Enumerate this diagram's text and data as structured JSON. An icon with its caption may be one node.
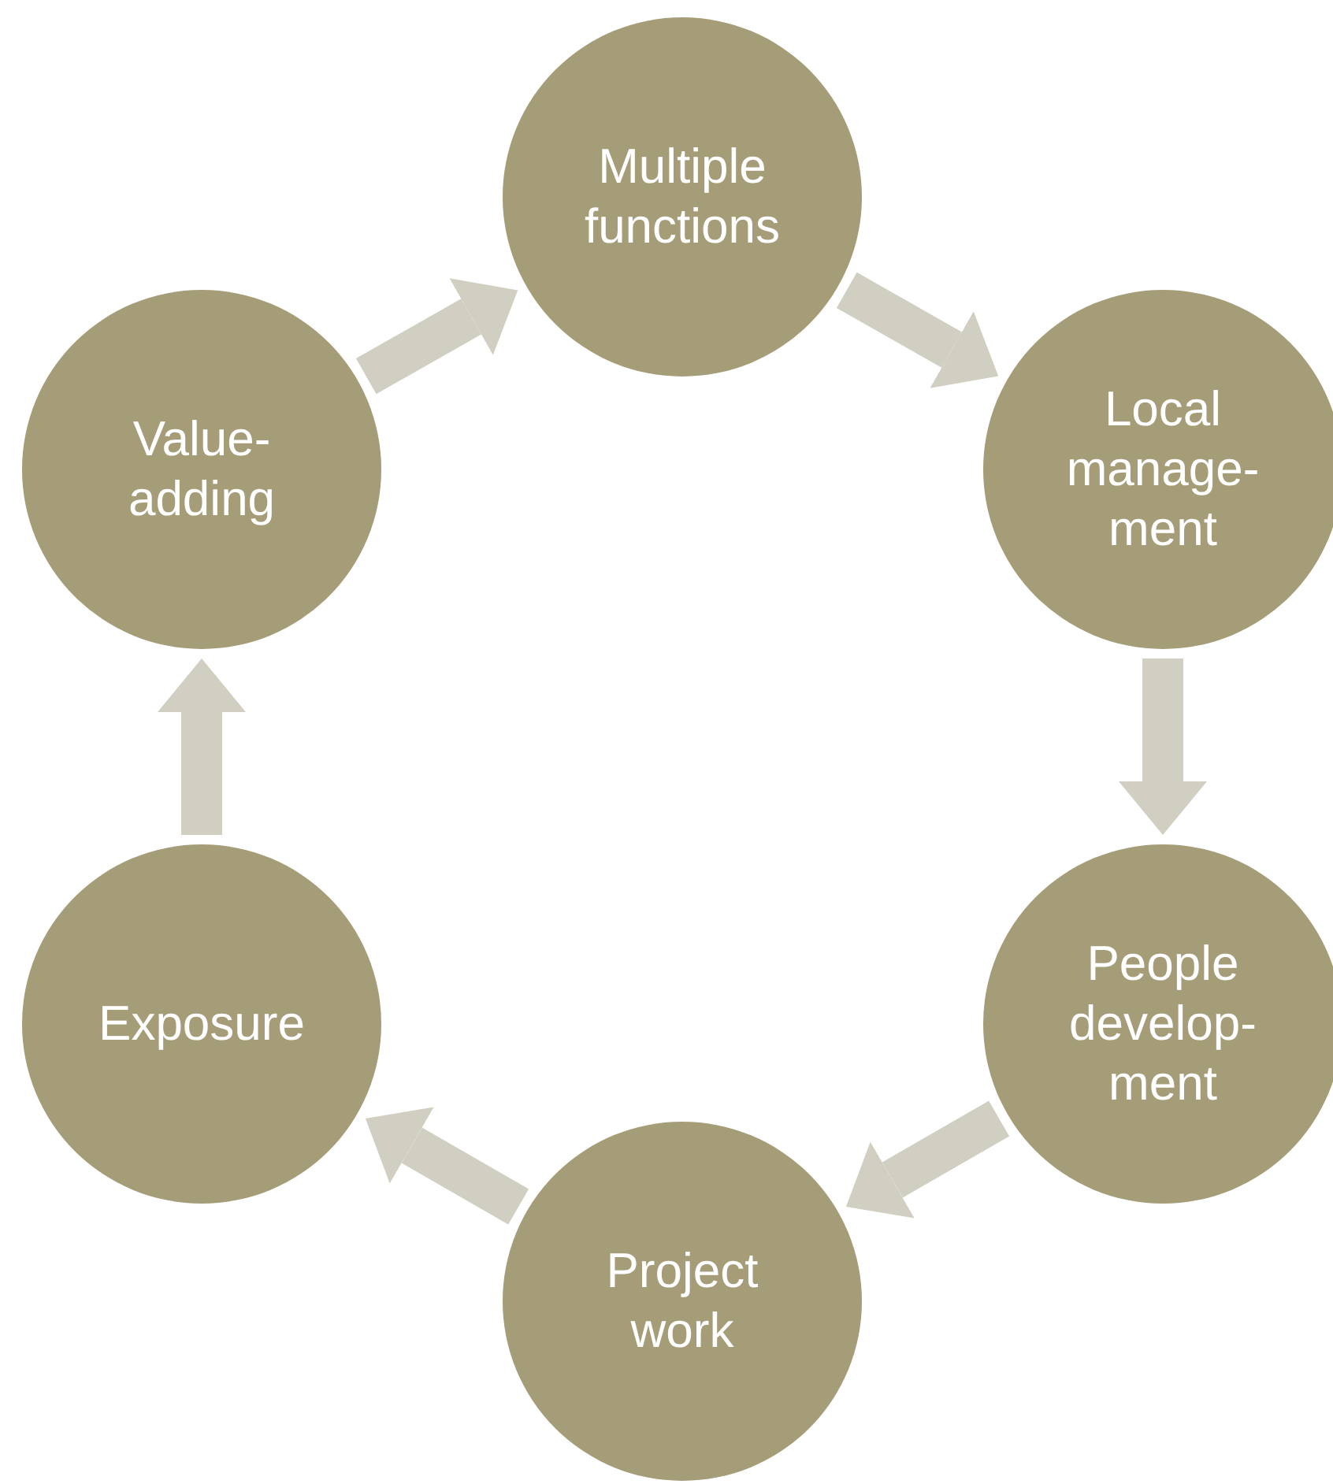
{
  "diagram": {
    "nodes": [
      {
        "text": [
          "Multiple functions"
        ]
      },
      {
        "text": [
          "Local manage- ment"
        ]
      },
      {
        "text": [
          "People develop- ment"
        ]
      },
      {
        "text": [
          "Project work"
        ]
      },
      {
        "text": [
          "Exposure"
        ]
      },
      {
        "text": [
          "Value- adding"
        ]
      }
    ],
    "edges": [
      {
        "from": 0,
        "to": 1,
        "arrow": "to"
      },
      {
        "from": 1,
        "to": 2,
        "arrow": "to"
      },
      {
        "from": 2,
        "to": 3,
        "arrow": "to"
      },
      {
        "from": 3,
        "to": 4,
        "arrow": "to"
      },
      {
        "from": 4,
        "to": 5,
        "arrow": "to"
      },
      {
        "from": 5,
        "to": 0,
        "arrow": "to"
      }
    ]
  }
}
